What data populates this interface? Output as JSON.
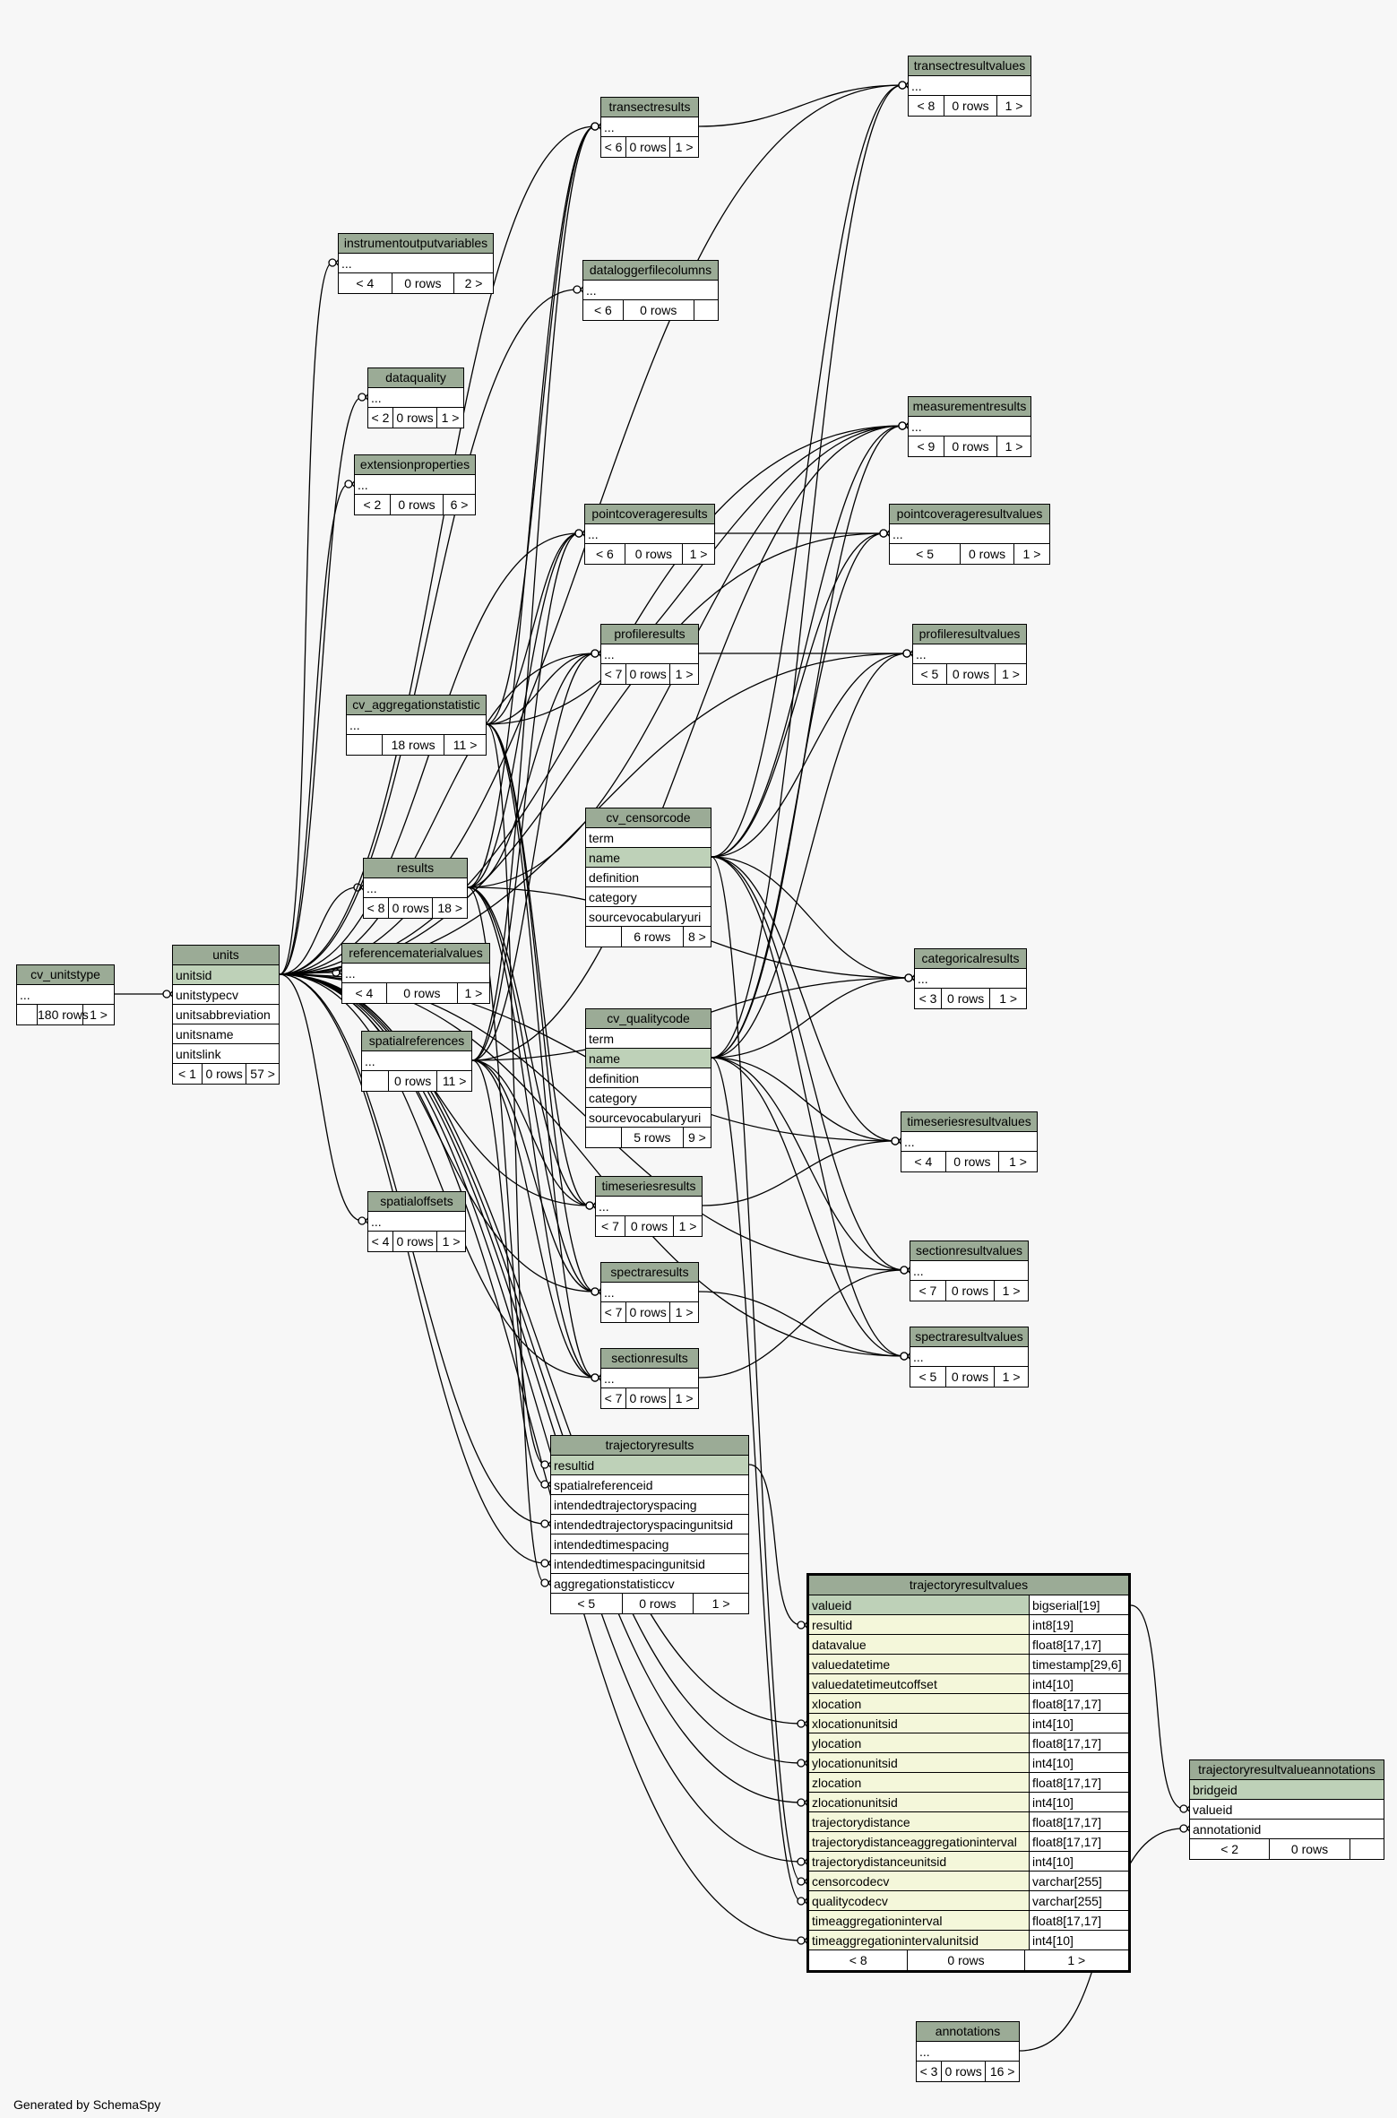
{
  "footer_text": "Generated by SchemaSpy",
  "colors": {
    "header": "#9bab96",
    "key_row": "#bed1b8",
    "column_bg": "#f4f7da",
    "background": "#f7f7f7"
  },
  "tables": {
    "cv_unitstype": {
      "name": "cv_unitstype",
      "rows": [
        "..."
      ],
      "footer": [
        "",
        "180 rows",
        "1 >"
      ]
    },
    "units": {
      "name": "units",
      "key_rows": [
        "unitsid"
      ],
      "rows": [
        "unitstypecv",
        "unitsabbreviation",
        "unitsname",
        "unitslink"
      ],
      "footer": [
        "< 1",
        "0 rows",
        "57 >"
      ]
    },
    "instrumentoutputvariables": {
      "name": "instrumentoutputvariables",
      "rows": [
        "..."
      ],
      "footer": [
        "< 4",
        "0 rows",
        "2 >"
      ]
    },
    "dataquality": {
      "name": "dataquality",
      "rows": [
        "..."
      ],
      "footer": [
        "< 2",
        "0 rows",
        "1 >"
      ]
    },
    "extensionproperties": {
      "name": "extensionproperties",
      "rows": [
        "..."
      ],
      "footer": [
        "< 2",
        "0 rows",
        "6 >"
      ]
    },
    "cv_aggregationstatistic": {
      "name": "cv_aggregationstatistic",
      "rows": [
        "..."
      ],
      "footer": [
        "",
        "18 rows",
        "11 >"
      ]
    },
    "results": {
      "name": "results",
      "rows": [
        "..."
      ],
      "footer": [
        "< 8",
        "0 rows",
        "18 >"
      ]
    },
    "referencematerialvalues": {
      "name": "referencematerialvalues",
      "rows": [
        "..."
      ],
      "footer": [
        "< 4",
        "0 rows",
        "1 >"
      ]
    },
    "spatialreferences": {
      "name": "spatialreferences",
      "rows": [
        "..."
      ],
      "footer": [
        "",
        "0 rows",
        "11 >"
      ]
    },
    "spatialoffsets": {
      "name": "spatialoffsets",
      "rows": [
        "..."
      ],
      "footer": [
        "< 4",
        "0 rows",
        "1 >"
      ]
    },
    "transectresults": {
      "name": "transectresults",
      "rows": [
        "..."
      ],
      "footer": [
        "< 6",
        "0 rows",
        "1 >"
      ]
    },
    "dataloggerfilecolumns": {
      "name": "dataloggerfilecolumns",
      "rows": [
        "..."
      ],
      "footer": [
        "< 6",
        "0 rows",
        ""
      ]
    },
    "pointcoverageresults": {
      "name": "pointcoverageresults",
      "rows": [
        "..."
      ],
      "footer": [
        "< 6",
        "0 rows",
        "1 >"
      ]
    },
    "profileresults": {
      "name": "profileresults",
      "rows": [
        "..."
      ],
      "footer": [
        "< 7",
        "0 rows",
        "1 >"
      ]
    },
    "cv_censorcode": {
      "name": "cv_censorcode",
      "rows_before": [
        "term"
      ],
      "key_rows": [
        "name"
      ],
      "rows": [
        "definition",
        "category",
        "sourcevocabularyuri"
      ],
      "footer": [
        "",
        "6 rows",
        "8 >"
      ]
    },
    "cv_qualitycode": {
      "name": "cv_qualitycode",
      "rows_before": [
        "term"
      ],
      "key_rows": [
        "name"
      ],
      "rows": [
        "definition",
        "category",
        "sourcevocabularyuri"
      ],
      "footer": [
        "",
        "5 rows",
        "9 >"
      ]
    },
    "timeseriesresults": {
      "name": "timeseriesresults",
      "rows": [
        "..."
      ],
      "footer": [
        "< 7",
        "0 rows",
        "1 >"
      ]
    },
    "spectraresults": {
      "name": "spectraresults",
      "rows": [
        "..."
      ],
      "footer": [
        "< 7",
        "0 rows",
        "1 >"
      ]
    },
    "sectionresults": {
      "name": "sectionresults",
      "rows": [
        "..."
      ],
      "footer": [
        "< 7",
        "0 rows",
        "1 >"
      ]
    },
    "trajectoryresults": {
      "name": "trajectoryresults",
      "key_rows": [
        "resultid"
      ],
      "rows": [
        "spatialreferenceid",
        "intendedtrajectoryspacing",
        "intendedtrajectoryspacingunitsid",
        "intendedtimespacing",
        "intendedtimespacingunitsid",
        "aggregationstatisticcv"
      ],
      "footer": [
        "< 5",
        "0 rows",
        "1 >"
      ]
    },
    "transectresultvalues": {
      "name": "transectresultvalues",
      "rows": [
        "..."
      ],
      "footer": [
        "< 8",
        "0 rows",
        "1 >"
      ]
    },
    "measurementresults": {
      "name": "measurementresults",
      "rows": [
        "..."
      ],
      "footer": [
        "< 9",
        "0 rows",
        "1 >"
      ]
    },
    "pointcoverageresultvalues": {
      "name": "pointcoverageresultvalues",
      "rows": [
        "..."
      ],
      "footer": [
        "< 5",
        "0 rows",
        "1 >"
      ]
    },
    "profileresultvalues": {
      "name": "profileresultvalues",
      "rows": [
        "..."
      ],
      "footer": [
        "< 5",
        "0 rows",
        "1 >"
      ]
    },
    "categoricalresults": {
      "name": "categoricalresults",
      "rows": [
        "..."
      ],
      "footer": [
        "< 3",
        "0 rows",
        "1 >"
      ]
    },
    "timeseriesresultvalues": {
      "name": "timeseriesresultvalues",
      "rows": [
        "..."
      ],
      "footer": [
        "< 4",
        "0 rows",
        "1 >"
      ]
    },
    "sectionresultvalues": {
      "name": "sectionresultvalues",
      "rows": [
        "..."
      ],
      "footer": [
        "< 7",
        "0 rows",
        "1 >"
      ]
    },
    "spectraresultvalues": {
      "name": "spectraresultvalues",
      "rows": [
        "..."
      ],
      "footer": [
        "< 5",
        "0 rows",
        "1 >"
      ]
    },
    "trajectoryresultvalueannotations": {
      "name": "trajectoryresultvalueannotations",
      "key_rows": [
        "bridgeid"
      ],
      "rows": [
        "valueid",
        "annotationid"
      ],
      "footer": [
        "< 2",
        "0 rows",
        ""
      ]
    },
    "annotations": {
      "name": "annotations",
      "rows": [
        "..."
      ],
      "footer": [
        "< 3",
        "0 rows",
        "16 >"
      ]
    }
  },
  "trajectoryresultvalues": {
    "name": "trajectoryresultvalues",
    "columns": [
      {
        "name": "valueid",
        "type": "bigserial[19]"
      },
      {
        "name": "resultid",
        "type": "int8[19]"
      },
      {
        "name": "datavalue",
        "type": "float8[17,17]"
      },
      {
        "name": "valuedatetime",
        "type": "timestamp[29,6]"
      },
      {
        "name": "valuedatetimeutcoffset",
        "type": "int4[10]"
      },
      {
        "name": "xlocation",
        "type": "float8[17,17]"
      },
      {
        "name": "xlocationunitsid",
        "type": "int4[10]"
      },
      {
        "name": "ylocation",
        "type": "float8[17,17]"
      },
      {
        "name": "ylocationunitsid",
        "type": "int4[10]"
      },
      {
        "name": "zlocation",
        "type": "float8[17,17]"
      },
      {
        "name": "zlocationunitsid",
        "type": "int4[10]"
      },
      {
        "name": "trajectorydistance",
        "type": "float8[17,17]"
      },
      {
        "name": "trajectorydistanceaggregationinterval",
        "type": "float8[17,17]"
      },
      {
        "name": "trajectorydistanceunitsid",
        "type": "int4[10]"
      },
      {
        "name": "censorcodecv",
        "type": "varchar[255]"
      },
      {
        "name": "qualitycodecv",
        "type": "varchar[255]"
      },
      {
        "name": "timeaggregationinterval",
        "type": "float8[17,17]"
      },
      {
        "name": "timeaggregationintervalunitsid",
        "type": "int4[10]"
      }
    ],
    "footer": [
      "< 8",
      "0 rows",
      "1 >"
    ]
  }
}
